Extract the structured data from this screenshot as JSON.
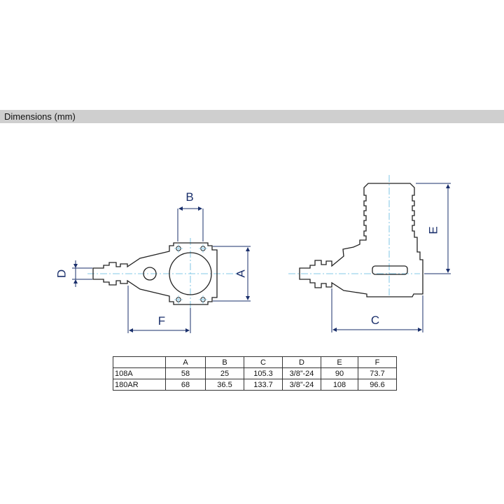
{
  "header": {
    "title": "Dimensions (mm)"
  },
  "diagram": {
    "labels": {
      "A": "A",
      "B": "B",
      "C": "C",
      "D": "D",
      "E": "E",
      "F": "F"
    },
    "colors": {
      "outline": "#222222",
      "dimension": "#1a2f6b",
      "centerline": "#5fb8e0"
    }
  },
  "table": {
    "headers": [
      "",
      "A",
      "B",
      "C",
      "D",
      "E",
      "F"
    ],
    "rows": [
      [
        "108A",
        "58",
        "25",
        "105.3",
        "3/8”-24",
        "90",
        "73.7"
      ],
      [
        "180AR",
        "68",
        "36.5",
        "133.7",
        "3/8”-24",
        "108",
        "96.6"
      ]
    ]
  }
}
